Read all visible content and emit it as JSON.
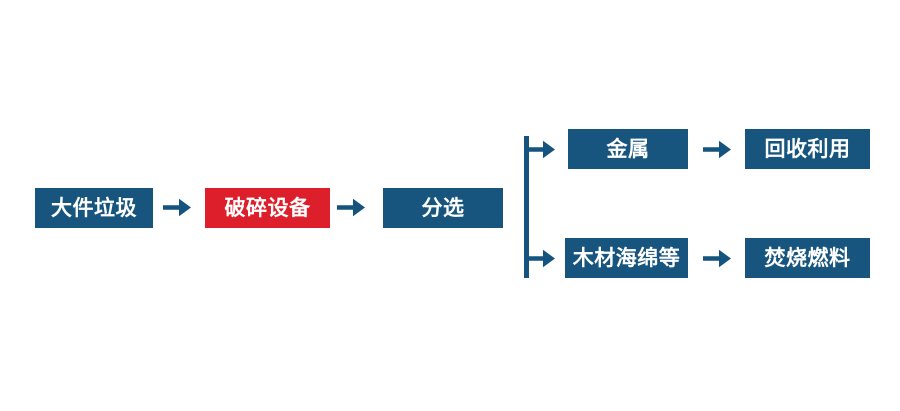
{
  "colors": {
    "blue": "#17557E",
    "red": "#DD1F2B",
    "arrow": "#14547E",
    "text": "#FFFFFF",
    "bg": "#FFFFFF"
  },
  "flowchart": {
    "type": "process-flow",
    "main": {
      "bulky_waste": "大件垃圾",
      "crushing_equipment": "破碎设备",
      "sorting": "分选"
    },
    "branch_top": {
      "metal": "金属",
      "recycling": "回收利用"
    },
    "branch_bottom": {
      "wood_sponge": "木材海绵等",
      "incineration_fuel": "焚烧燃料"
    }
  }
}
